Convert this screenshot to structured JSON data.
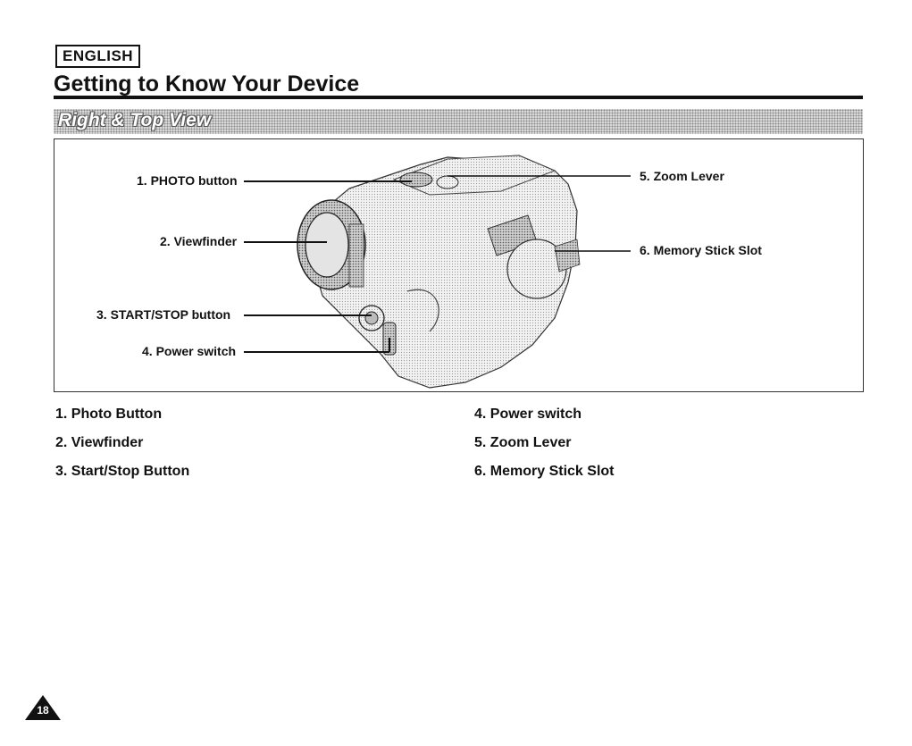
{
  "header": {
    "language": "ENGLISH",
    "title": "Getting to Know Your Device"
  },
  "section": {
    "title": "Right & Top View"
  },
  "callouts": {
    "photo": "1. PHOTO button",
    "viewfinder": "2. Viewfinder",
    "start_stop": "3. START/STOP button",
    "power": "4. Power switch",
    "zoom": "5. Zoom Lever",
    "memory": "6. Memory Stick Slot"
  },
  "legend": {
    "left": [
      "1. Photo Button",
      "2. Viewfinder",
      "3. Start/Stop Button"
    ],
    "right": [
      "4. Power switch",
      "5. Zoom Lever",
      "6. Memory Stick Slot"
    ]
  },
  "footer": {
    "page_number": "18"
  }
}
